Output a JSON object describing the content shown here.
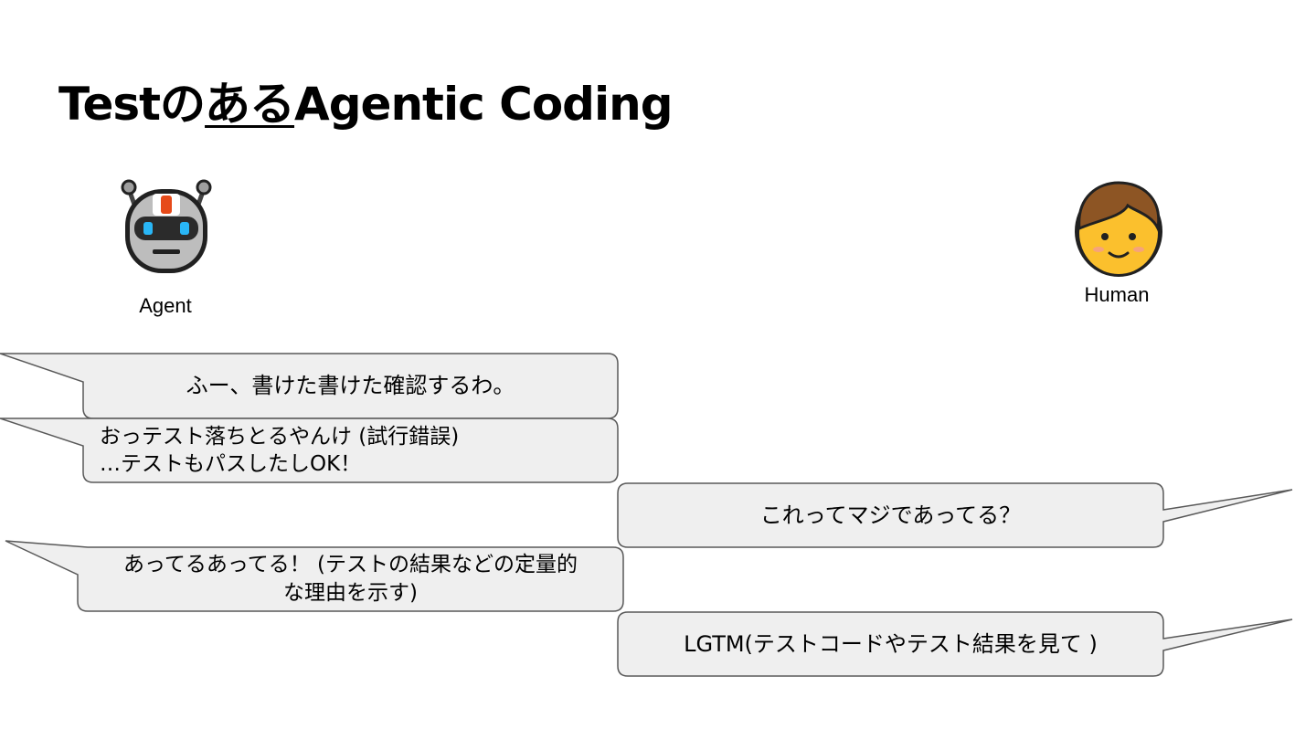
{
  "slide": {
    "title": {
      "part1": "Testの",
      "part2_underlined": "ある",
      "part3": "Agentic Coding"
    },
    "agent": {
      "icon": "robot-icon",
      "label": "Agent"
    },
    "human": {
      "icon": "boy-face-icon",
      "label": "Human"
    },
    "bubbles": [
      {
        "speaker": "agent",
        "lines": [
          "ふー、書けた書けた確認するわ。"
        ]
      },
      {
        "speaker": "agent",
        "lines": [
          "おっテスト落ちとるやんけ (試行錯誤)",
          "…テストもパスしたしOK！"
        ]
      },
      {
        "speaker": "human",
        "lines": [
          "これってマジであってる？"
        ]
      },
      {
        "speaker": "agent",
        "lines": [
          "あってるあってる！ (テストの結果などの定量的",
          "な理由を示す)"
        ]
      },
      {
        "speaker": "human",
        "lines": [
          "LGTM(テストコードやテスト結果を見て )"
        ]
      }
    ],
    "colors": {
      "bubble_fill": "#efefef",
      "bubble_stroke": "#595959",
      "robot_body": "#9e9e9e",
      "robot_visor": "#2b2b2b",
      "robot_eyes": "#29b6f6",
      "robot_accent": "#e64a19",
      "face_skin": "#fbc02d",
      "hair": "#8d5524"
    }
  }
}
